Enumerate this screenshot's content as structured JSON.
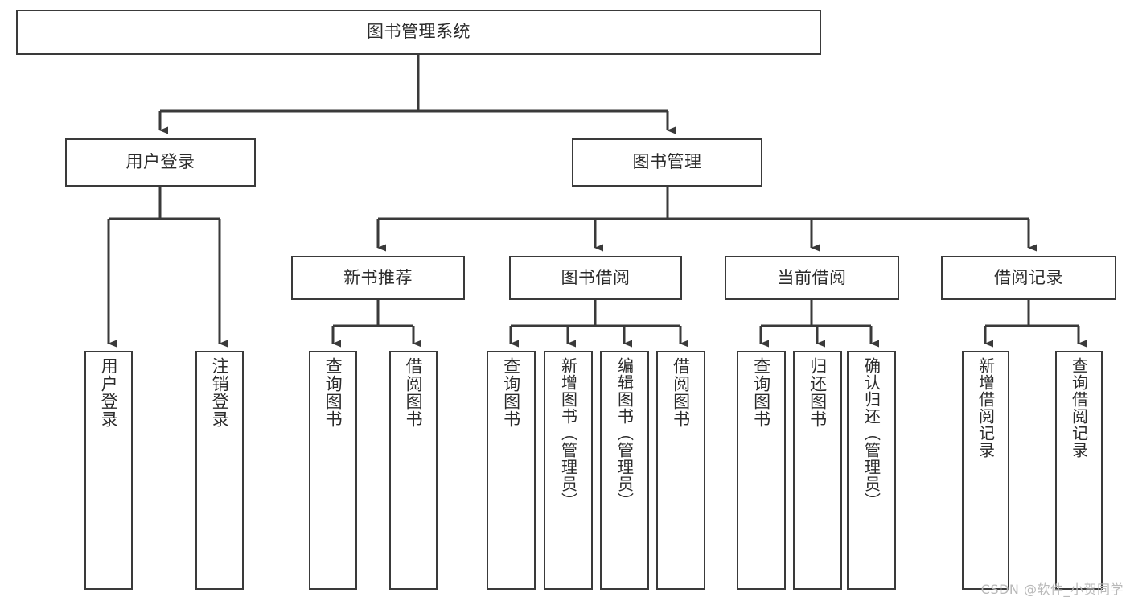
{
  "diagram": {
    "type": "hierarchy-tree",
    "title": "图书管理系统",
    "orientation": "top-down",
    "watermark": "CSDN @软件_小贺同学",
    "style": {
      "box_stroke": "#3a3a3a",
      "box_fill": "#ffffff",
      "edge_stroke": "#3a3a3a",
      "text_color": "#2b2b2b",
      "canvas_background": "#ffffff"
    },
    "nodes": {
      "root": {
        "label": "图书管理系统",
        "level": 0
      },
      "level1": [
        {
          "id": "user_login",
          "label": "用户登录"
        },
        {
          "id": "book_mgmt",
          "label": "图书管理"
        }
      ],
      "level2": [
        {
          "id": "new_book_rec",
          "label": "新书推荐",
          "parent": "book_mgmt"
        },
        {
          "id": "book_borrow",
          "label": "图书借阅",
          "parent": "book_mgmt"
        },
        {
          "id": "current_borrow",
          "label": "当前借阅",
          "parent": "book_mgmt"
        },
        {
          "id": "borrow_record",
          "label": "借阅记录",
          "parent": "book_mgmt"
        }
      ],
      "leaves": [
        {
          "id": "leaf_user_login",
          "label": "用户登录",
          "parent": "user_login"
        },
        {
          "id": "leaf_logout",
          "label": "注销登录",
          "parent": "user_login"
        },
        {
          "id": "leaf_query_book_1",
          "label": "查询图书",
          "parent": "new_book_rec"
        },
        {
          "id": "leaf_borrow_book_1",
          "label": "借阅图书",
          "parent": "new_book_rec"
        },
        {
          "id": "leaf_query_book_2",
          "label": "查询图书",
          "parent": "book_borrow"
        },
        {
          "id": "leaf_add_book",
          "label": "新增图书（管理员）",
          "parent": "book_borrow"
        },
        {
          "id": "leaf_edit_book",
          "label": "编辑图书（管理员）",
          "parent": "book_borrow"
        },
        {
          "id": "leaf_borrow_book_2",
          "label": "借阅图书",
          "parent": "book_borrow"
        },
        {
          "id": "leaf_query_book_3",
          "label": "查询图书",
          "parent": "current_borrow"
        },
        {
          "id": "leaf_return_book",
          "label": "归还图书",
          "parent": "current_borrow"
        },
        {
          "id": "leaf_confirm_return",
          "label": "确认归还（管理员）",
          "parent": "current_borrow"
        },
        {
          "id": "leaf_add_record",
          "label": "新增借阅记录",
          "parent": "borrow_record"
        },
        {
          "id": "leaf_query_record",
          "label": "查询借阅记录",
          "parent": "borrow_record"
        }
      ]
    }
  }
}
